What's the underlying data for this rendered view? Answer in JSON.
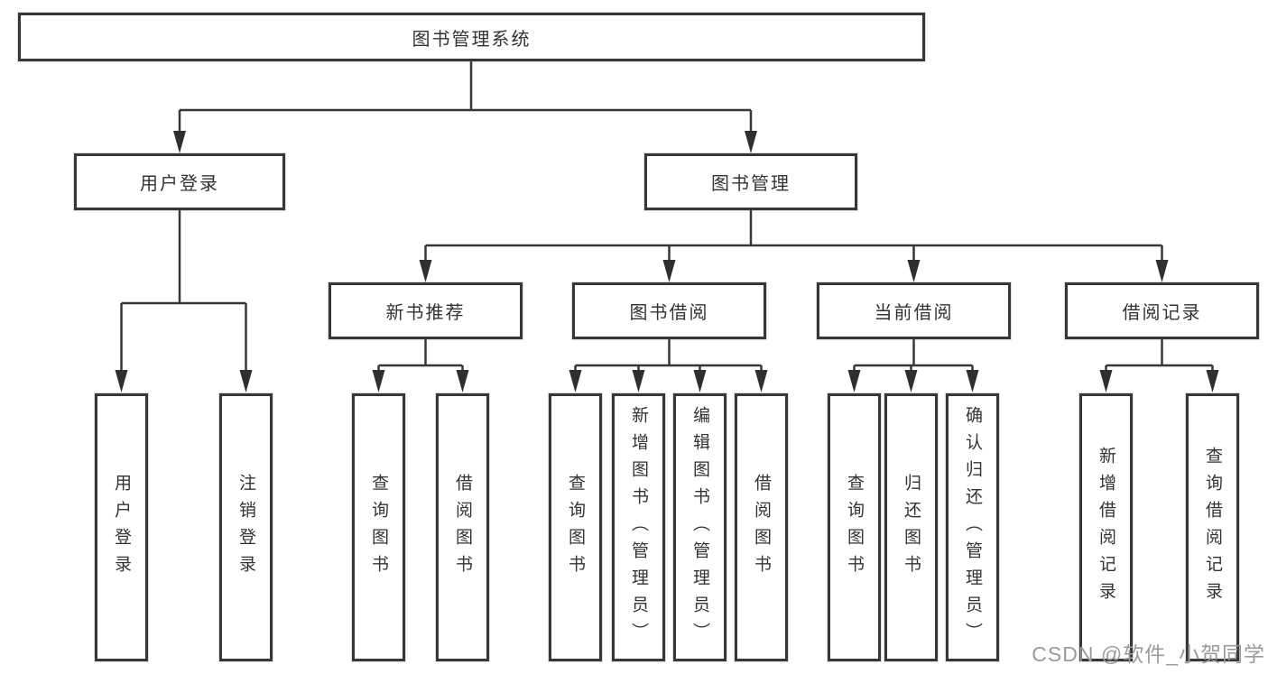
{
  "diagram_type": "tree",
  "colors": {
    "line": "#373737",
    "box_border": "#373737",
    "text": "#333333",
    "watermark_text": "#9b9b9b",
    "background": "#ffffff"
  },
  "tree": {
    "root": {
      "label": "图书管理系统"
    },
    "branches": [
      {
        "label": "用户登录",
        "children": [
          {
            "label": "用户登录"
          },
          {
            "label": "注销登录"
          }
        ]
      },
      {
        "label": "图书管理",
        "children": [
          {
            "label": "新书推荐",
            "children": [
              {
                "label": "查询图书"
              },
              {
                "label": "借阅图书"
              }
            ]
          },
          {
            "label": "图书借阅",
            "children": [
              {
                "label": "查询图书"
              },
              {
                "label": "新增图书（管理员）"
              },
              {
                "label": "编辑图书（管理员）"
              },
              {
                "label": "借阅图书"
              }
            ]
          },
          {
            "label": "当前借阅",
            "children": [
              {
                "label": "查询图书"
              },
              {
                "label": "归还图书"
              },
              {
                "label": "确认归还（管理员）"
              }
            ]
          },
          {
            "label": "借阅记录",
            "children": [
              {
                "label": "新增借阅记录"
              },
              {
                "label": "查询借阅记录"
              }
            ]
          }
        ]
      }
    ]
  },
  "watermark": "CSDN @软件_小贺同学"
}
